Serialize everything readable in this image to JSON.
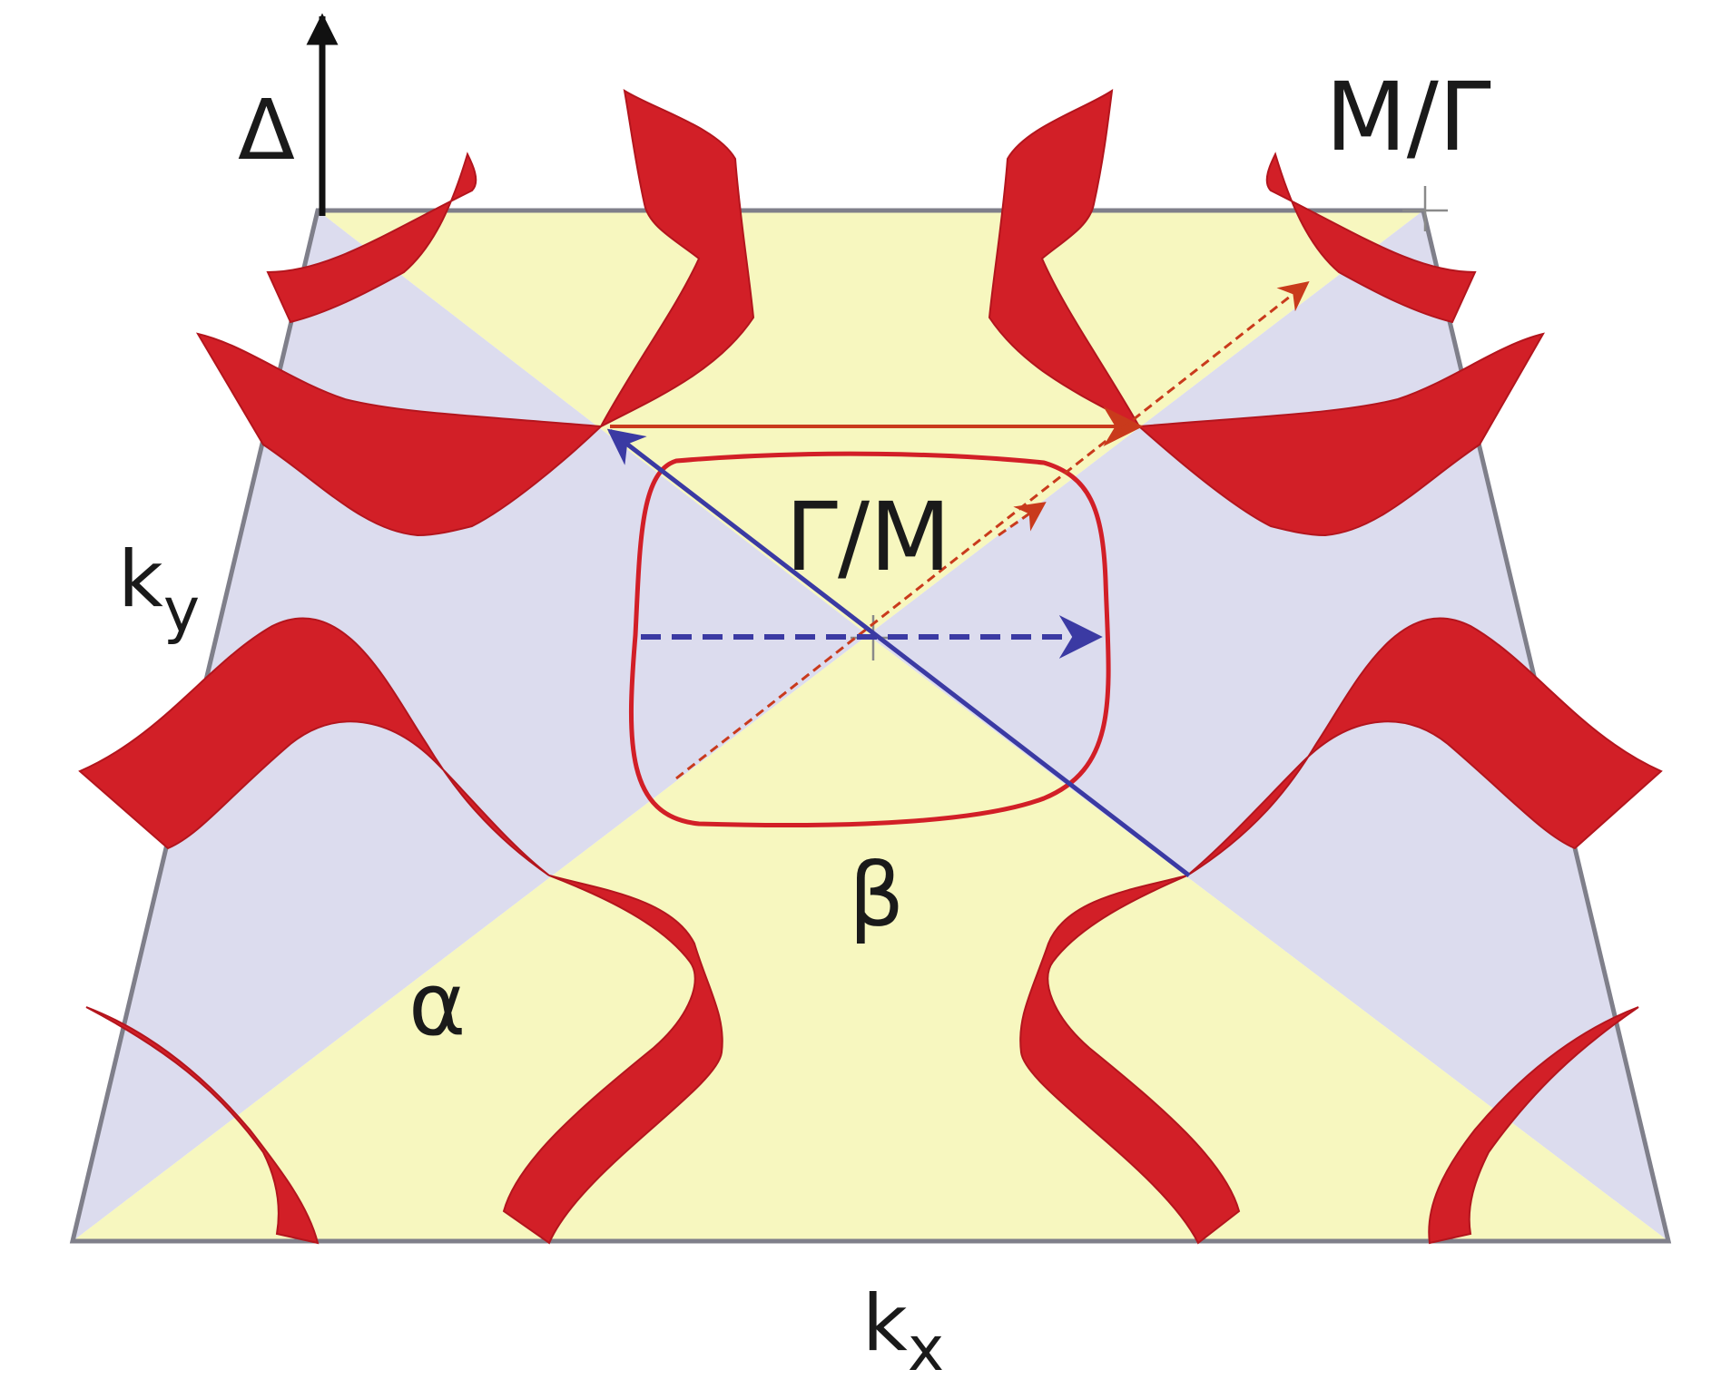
{
  "labels": {
    "delta": "Δ",
    "corner": "M/Γ",
    "center": "Γ/M",
    "ky_main": "k",
    "ky_sub": "y",
    "kx_main": "k",
    "kx_sub": "x",
    "alpha": "α",
    "beta": "β"
  },
  "colors": {
    "yellow_region": "#f7f7bf",
    "lavender_region": "#dcdcee",
    "frame": "#7f7f8a",
    "gap_red": "#d21f27",
    "arrow_orange": "#c93a1c",
    "arrow_blue": "#3b3aa3"
  }
}
